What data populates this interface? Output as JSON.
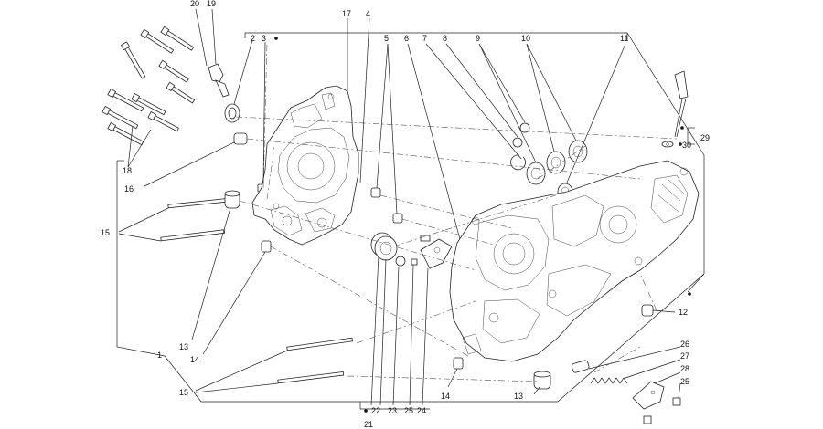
{
  "diagram": {
    "labels": {
      "l1": "1",
      "l2": "2",
      "l3": "3",
      "l4": "4",
      "l5": "5",
      "l6": "6",
      "l7": "7",
      "l8": "8",
      "l9": "9",
      "l10": "10",
      "l11": "11",
      "l12": "12",
      "l13a": "13",
      "l13b": "13",
      "l14a": "14",
      "l14b": "14",
      "l15a": "15",
      "l15b": "15",
      "l16": "16",
      "l17": "17",
      "l18": "18",
      "l19": "19",
      "l20": "20",
      "l21": "21",
      "l22": "22",
      "l23": "23",
      "l24": "24",
      "l25a": "25",
      "l25b": "25",
      "l26": "26",
      "l27": "27",
      "l28": "28",
      "l29": "29",
      "l30": "30"
    },
    "line_color": "#222222"
  }
}
